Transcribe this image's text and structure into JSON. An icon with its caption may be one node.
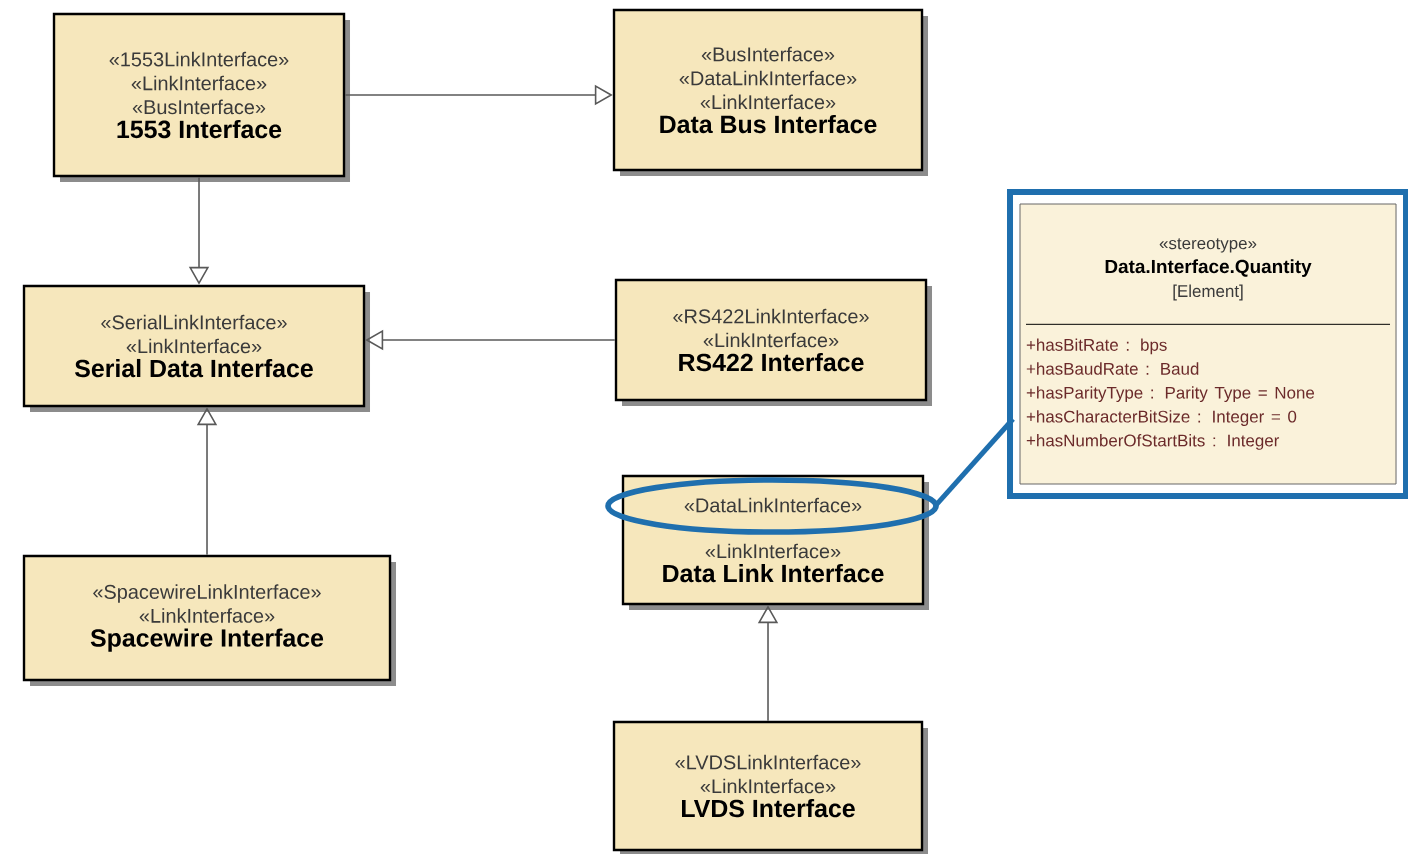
{
  "diagram": {
    "nodes": [
      {
        "text": [
          "«1553LinkInterface»",
          "«LinkInterface»",
          "«BusInterface»",
          "1553 Interface"
        ]
      },
      {
        "text": [
          "«BusInterface»",
          "«DataLinkInterface»",
          "«LinkInterface»",
          "Data Bus Interface"
        ]
      },
      {
        "text": [
          "«SerialLinkInterface»",
          "«LinkInterface»",
          "Serial Data Interface"
        ]
      },
      {
        "text": [
          "«RS422LinkInterface»",
          "«LinkInterface»",
          "RS422 Interface"
        ]
      },
      {
        "text": [
          "«DataLinkInterface»",
          "«LinkInterface»",
          "Data Link Interface"
        ]
      },
      {
        "text": [
          "«SpacewireLinkInterface»",
          "«LinkInterface»",
          "Spacewire Interface"
        ]
      },
      {
        "text": [
          "«LVDSLinkInterface»",
          "«LinkInterface»",
          "LVDS Interface"
        ]
      },
      {
        "text": [
          "«stereotype»",
          "Data.Interface.Quantity",
          "[Element]",
          "+hasBitRate : bps",
          "+hasBaudRate : Baud",
          "+hasParityType : Parity Type = None",
          "+hasCharacterBitSize : Integer = 0",
          "+hasNumberOfStartBits : Integer"
        ]
      }
    ],
    "edges": [
      {
        "from": 0,
        "to": 1,
        "arrow": "to"
      },
      {
        "from": 0,
        "to": 2,
        "arrow": "to"
      },
      {
        "from": 3,
        "to": 2,
        "arrow": "to"
      },
      {
        "from": 5,
        "to": 2,
        "arrow": "to"
      },
      {
        "from": 6,
        "to": 4,
        "arrow": "to"
      },
      {
        "from": 4,
        "to": 7,
        "arrow": "none",
        "style": "thick",
        "color": "#1f6fae"
      }
    ]
  }
}
